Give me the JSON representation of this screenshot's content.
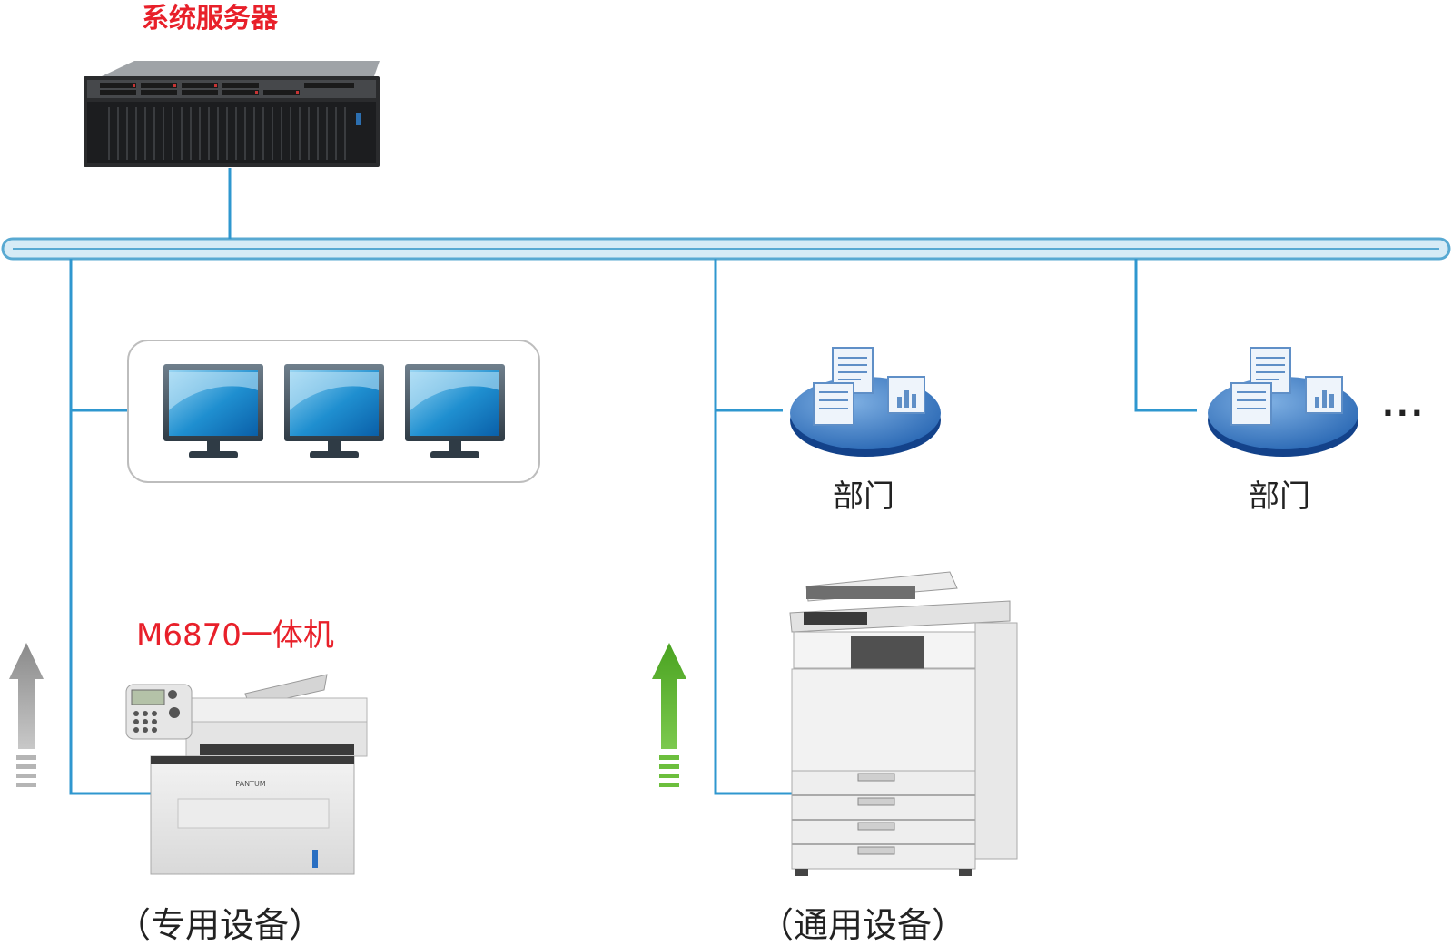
{
  "labels": {
    "server": "系统服务器",
    "mfp": "M6870一体机",
    "dept_1": "部门",
    "dept_2": "部门",
    "dedicated": "（专用设备）",
    "general": "（通用设备）",
    "ellipsis": "..."
  },
  "devices": {
    "mfp_brand": "PANTUM"
  },
  "colors": {
    "bus": "#58a9d2",
    "bus_fill": "#d6ebf6",
    "line": "#2f97cf",
    "title_red": "#e8202a",
    "arrow_gray": "#9b9b9b",
    "arrow_green": "#59b52c"
  },
  "icons": {
    "server": "rack-server-icon",
    "monitors": "desktop-monitor-icon",
    "department": "department-cloud-icon",
    "mfp": "multifunction-printer-icon",
    "copier": "copier-icon",
    "arrow_gray": "arrow-up-icon",
    "arrow_green": "arrow-up-icon"
  }
}
